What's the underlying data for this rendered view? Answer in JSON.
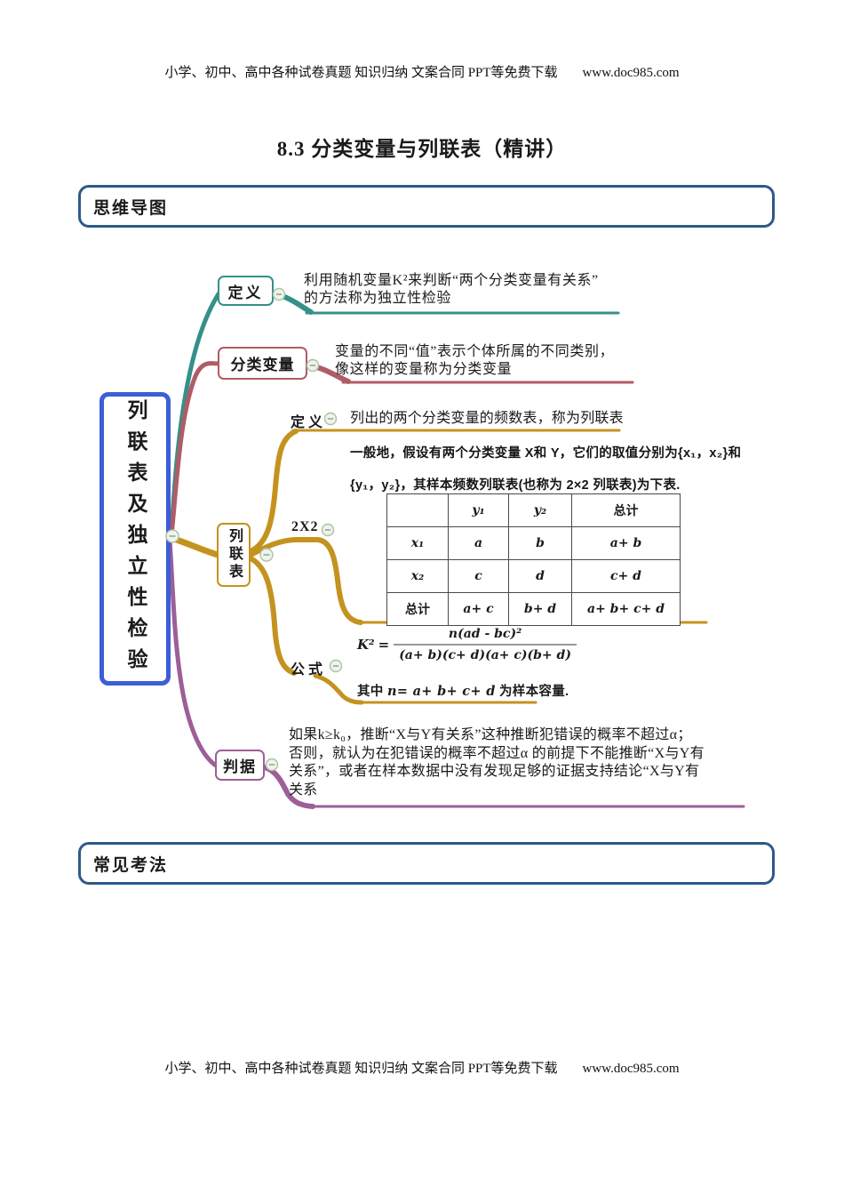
{
  "header": {
    "text": "小学、初中、高中各种试卷真题 知识归纳 文案合同 PPT等免费下载",
    "site": "www.doc985.com"
  },
  "footer": {
    "text": "小学、初中、高中各种试卷真题 知识归纳 文案合同 PPT等免费下载",
    "site": "www.doc985.com"
  },
  "title": "8.3 分类变量与列联表（精讲）",
  "sections": {
    "mindmap": "思维导图",
    "methods": "常见考法"
  },
  "mindmap": {
    "root": "列联表及独立性检验",
    "definition": {
      "label": "定义",
      "text": "利用随机变量K²来判断“两个分类变量有关系”\n的方法称为独立性检验"
    },
    "categorical": {
      "label": "分类变量",
      "text": "变量的不同“值”表示个体所属的不同类别，\n像这样的变量称为分类变量"
    },
    "contingency": {
      "label": "列联表",
      "def_label": "定义",
      "def_text": "列出的两个分类变量的频数表，称为列联表",
      "intro": "一般地，假设有两个分类变量 X和 Y，它们的取值分别为{x₁，x₂}和\n{y₁，y₂}，其样本频数列联表(也称为 2×2 列联表)为下表.",
      "sub2x2_label": "2X2",
      "table": {
        "headers": [
          "",
          "y₁",
          "y₂",
          "总计"
        ],
        "rows": [
          [
            "x₁",
            "a",
            "b",
            "a+ b"
          ],
          [
            "x₂",
            "c",
            "d",
            "c+ d"
          ],
          [
            "总计",
            "a+ c",
            "b+ d",
            "a+ b+ c+ d"
          ]
        ]
      },
      "formula_label": "公式",
      "formula": {
        "lhs": "K²",
        "eq": "=",
        "num": "n(ad - bc)²",
        "den": "(a+ b)(c+ d)(a+ c)(b+ d)"
      },
      "formula_note_prefix": "其中 ",
      "formula_note_math": "n= a+ b+ c+ d",
      "formula_note_suffix": " 为样本容量."
    },
    "criterion": {
      "label": "判据",
      "text": "如果k≥k₀，推断“X与Y有关系”这种推断犯错误的概率不超过α；\n否则，就认为在犯错误的概率不超过α 的前提下不能推断“X与Y有\n关系”，或者在样本数据中没有发现足够的证据支持结论“X与Y有\n关系"
    },
    "colors": {
      "central_border": "#3c5ed6",
      "definition_branch": "#35908a",
      "categorical_branch": "#b05c66",
      "contingency_branch": "#c4931f",
      "criterion_branch": "#9d5f97",
      "section_border": "#2d5a88"
    }
  }
}
